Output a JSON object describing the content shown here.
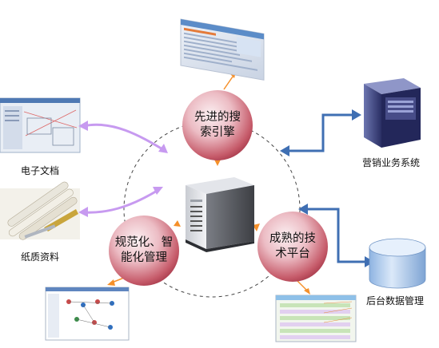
{
  "circles": {
    "search": {
      "line1": "先进的搜",
      "line2": "索引擎"
    },
    "standard": {
      "line1": "规范化、智",
      "line2": "能化管理"
    },
    "tech": {
      "line1": "成熟的技",
      "line2": "术平台"
    }
  },
  "labels": {
    "electronic_docs": "电子文档",
    "paper_docs": "纸质资料",
    "marketing_system": "营销业务系统",
    "backend_data": "后台数据管理"
  },
  "colors": {
    "circle_red": "#c0485a",
    "circle_light": "#f6e6e9",
    "purple_arrow": "#c79af0",
    "blue_arrow": "#3f6fb3",
    "orange_arrow": "#f5902a"
  }
}
